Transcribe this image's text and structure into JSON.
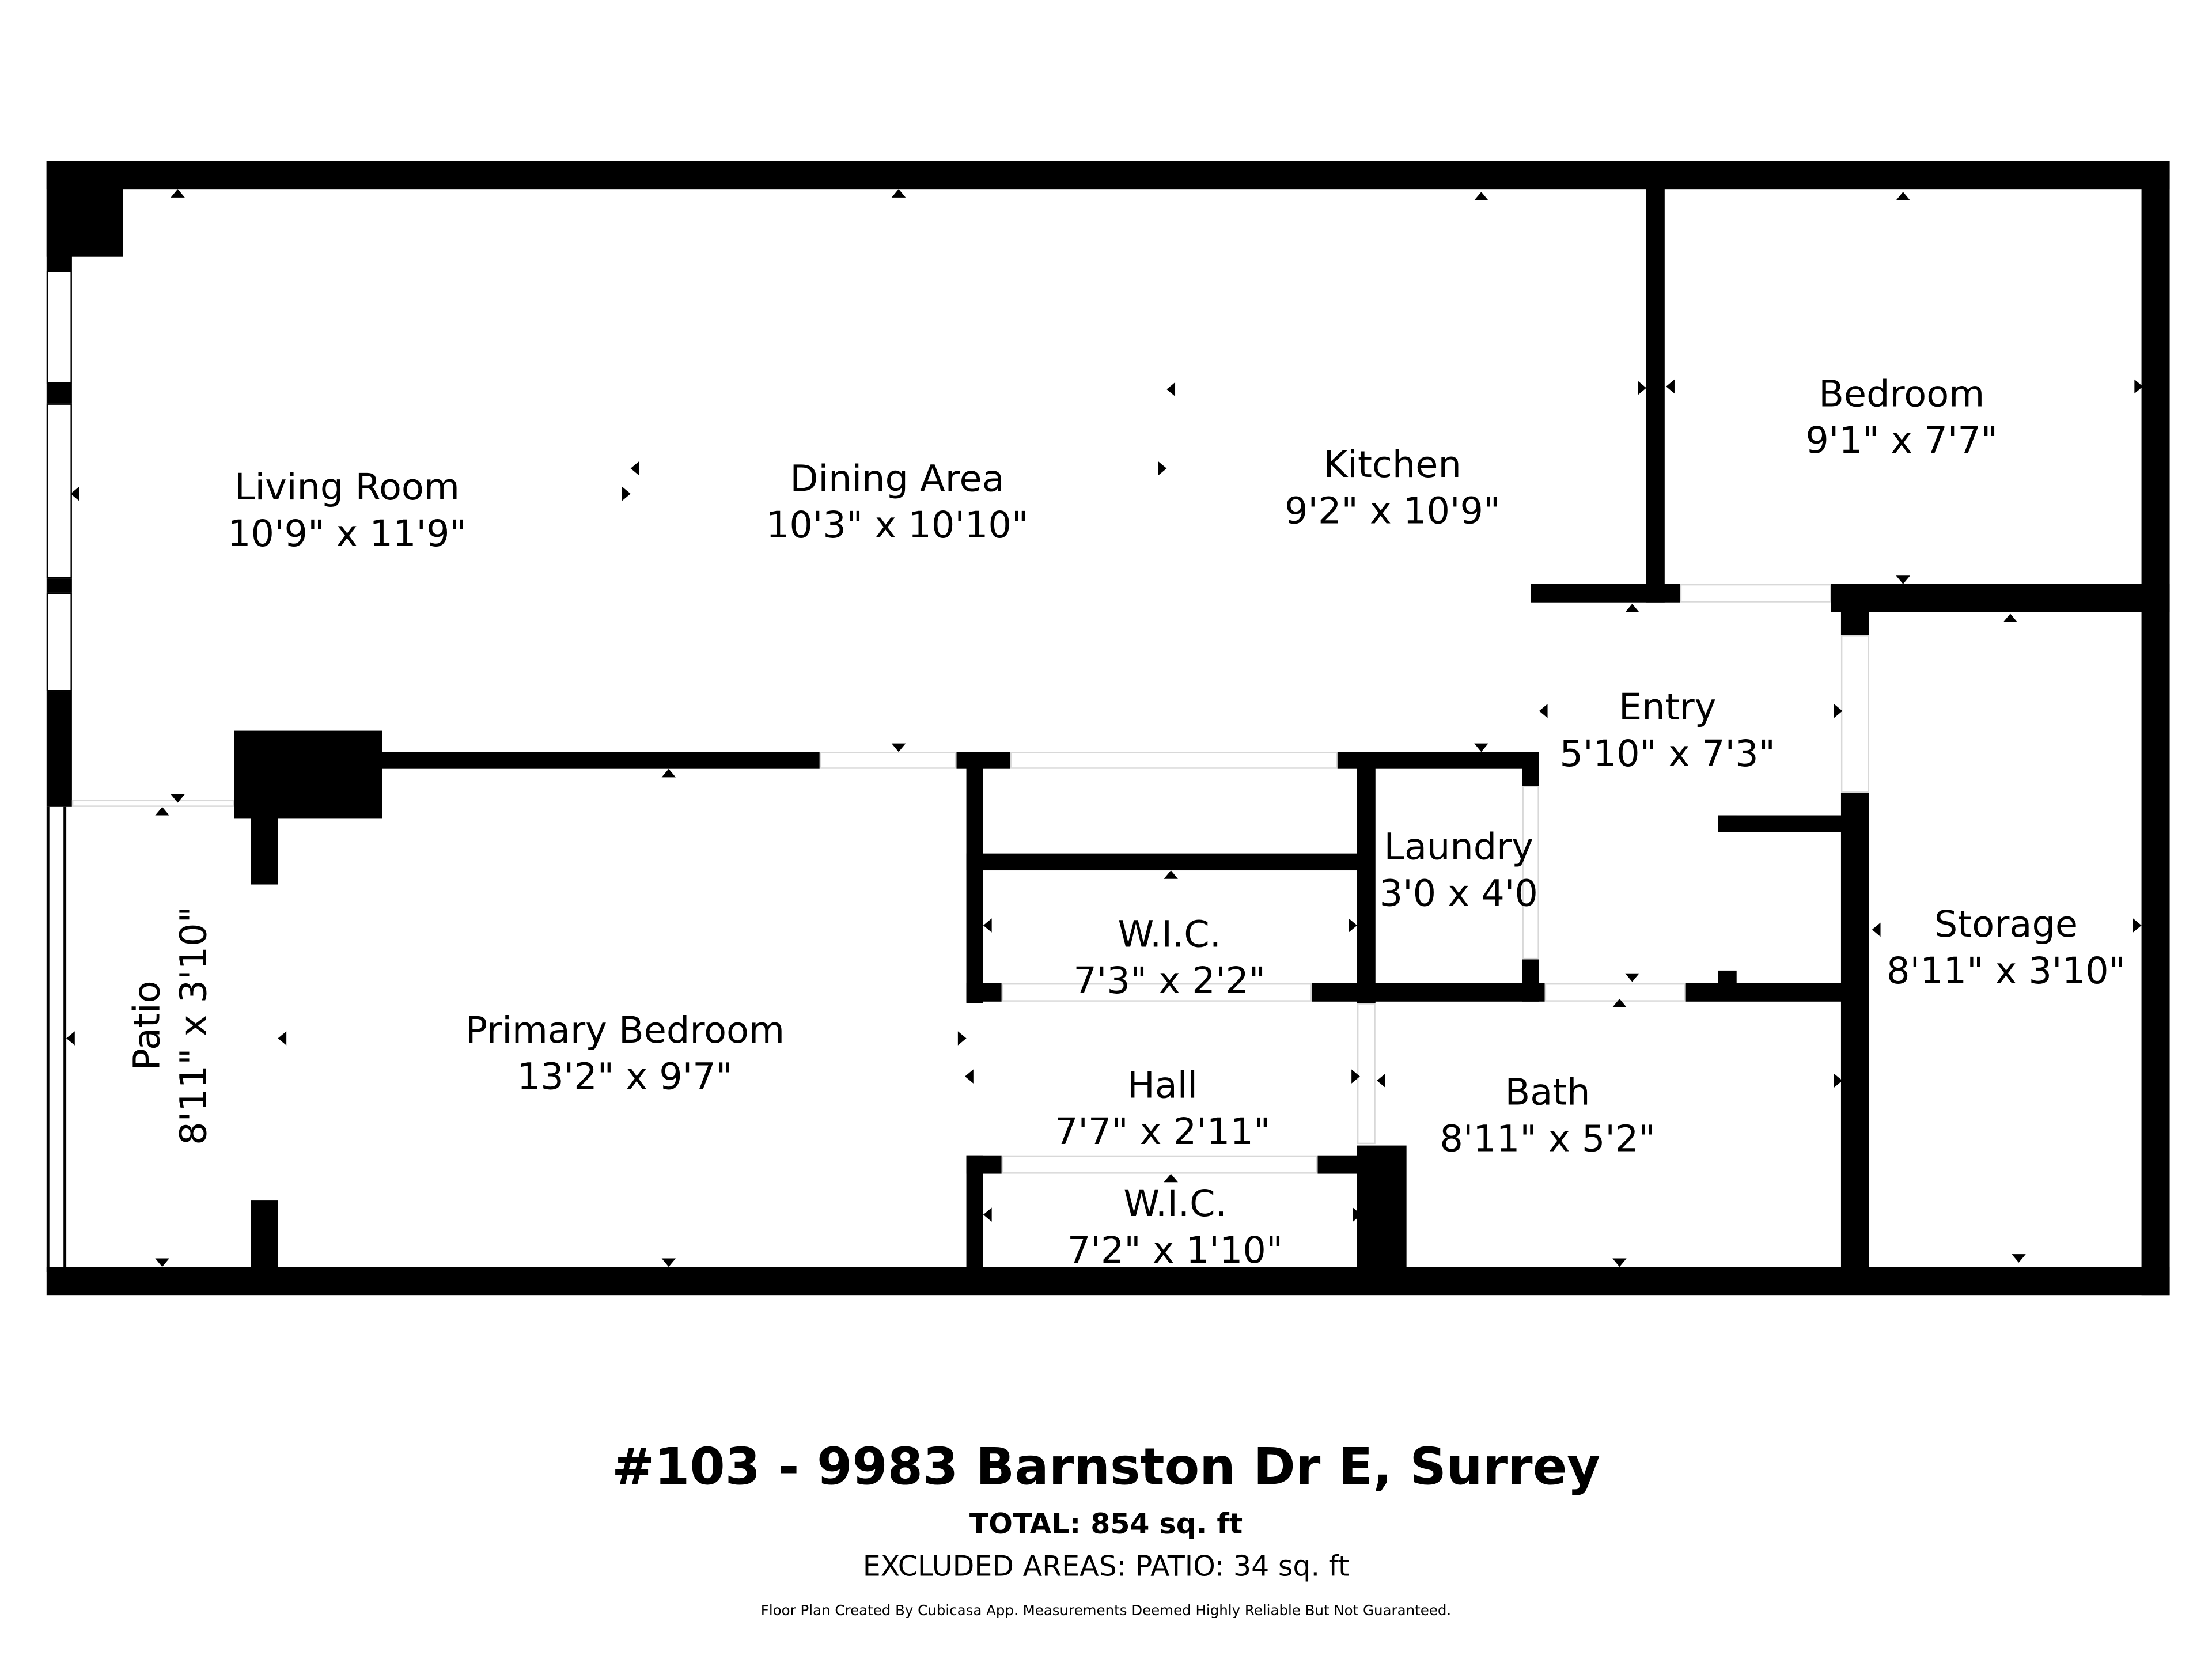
{
  "floorplan": {
    "rooms": [
      {
        "name": "Living Room",
        "dims": "10'9\" x 11'9\""
      },
      {
        "name": "Dining Area",
        "dims": "10'3\" x 10'10\""
      },
      {
        "name": "Kitchen",
        "dims": "9'2\" x 10'9\""
      },
      {
        "name": "Bedroom",
        "dims": "9'1\" x 7'7\""
      },
      {
        "name": "Entry",
        "dims": "5'10\" x 7'3\""
      },
      {
        "name": "Laundry",
        "dims": "3'0 x 4'0"
      },
      {
        "name": "W.I.C.",
        "dims": "7'3\" x 2'2\""
      },
      {
        "name": "Storage",
        "dims": "8'11\" x 3'10\""
      },
      {
        "name": "Primary Bedroom",
        "dims": "13'2\" x 9'7\""
      },
      {
        "name": "Hall",
        "dims": "7'7\" x 2'11\""
      },
      {
        "name": "Bath",
        "dims": "8'11\" x 5'2\""
      },
      {
        "name": "W.I.C.",
        "dims": "7'2\" x 1'10\""
      },
      {
        "name": "Patio",
        "dims": "8'11\" x 3'10\""
      }
    ]
  },
  "footer": {
    "address": "#103 - 9983 Barnston Dr E, Surrey",
    "total": "TOTAL: 854 sq. ft",
    "excluded": "EXCLUDED AREAS: PATIO: 34 sq. ft",
    "disclaimer": "Floor Plan Created By Cubicasa App. Measurements Deemed Highly Reliable But Not Guaranteed."
  },
  "colors": {
    "wall": "#000000",
    "background": "#ffffff"
  }
}
